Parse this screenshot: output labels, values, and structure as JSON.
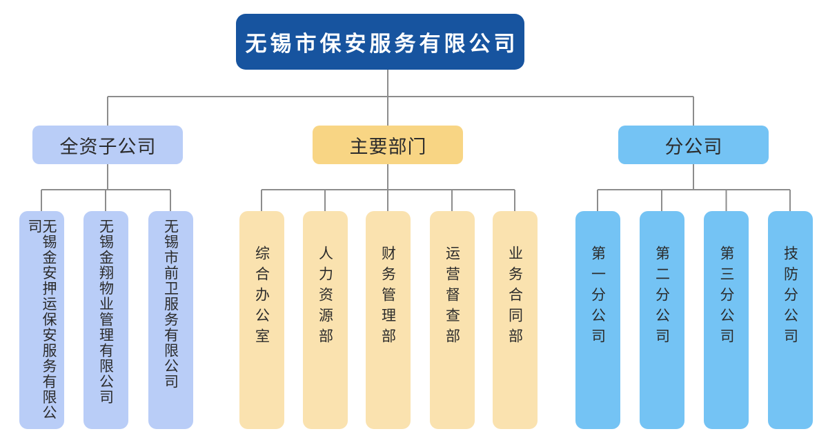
{
  "title": "无锡市保安服务有限公司",
  "groups": [
    {
      "id": "subsidiaries",
      "label": "全资子公司",
      "header_color": "#B9CDF7",
      "leaf_color": "#B9CDF7",
      "children": [
        "无锡金安押运保安服务有限公司",
        "无锡金翔物业管理有限公司",
        "无锡市前卫服务有限公司"
      ]
    },
    {
      "id": "departments",
      "label": "主要部门",
      "header_color": "#F8D584",
      "leaf_color": "#FAE2AF",
      "children": [
        "综合办公室",
        "人力资源部",
        "财务管理部",
        "运营督查部",
        "业务合同部"
      ]
    },
    {
      "id": "branches",
      "label": "分公司",
      "header_color": "#74C3F4",
      "leaf_color": "#74C3F4",
      "children": [
        "第一分公司",
        "第二分公司",
        "第三分公司",
        "技防分公司"
      ]
    }
  ],
  "colors": {
    "root_box": "#17549F",
    "root_text": "#FFFFFF",
    "node_text": "#2B2B2B",
    "connector": "#8C8C8C",
    "background": "#FFFFFF"
  }
}
